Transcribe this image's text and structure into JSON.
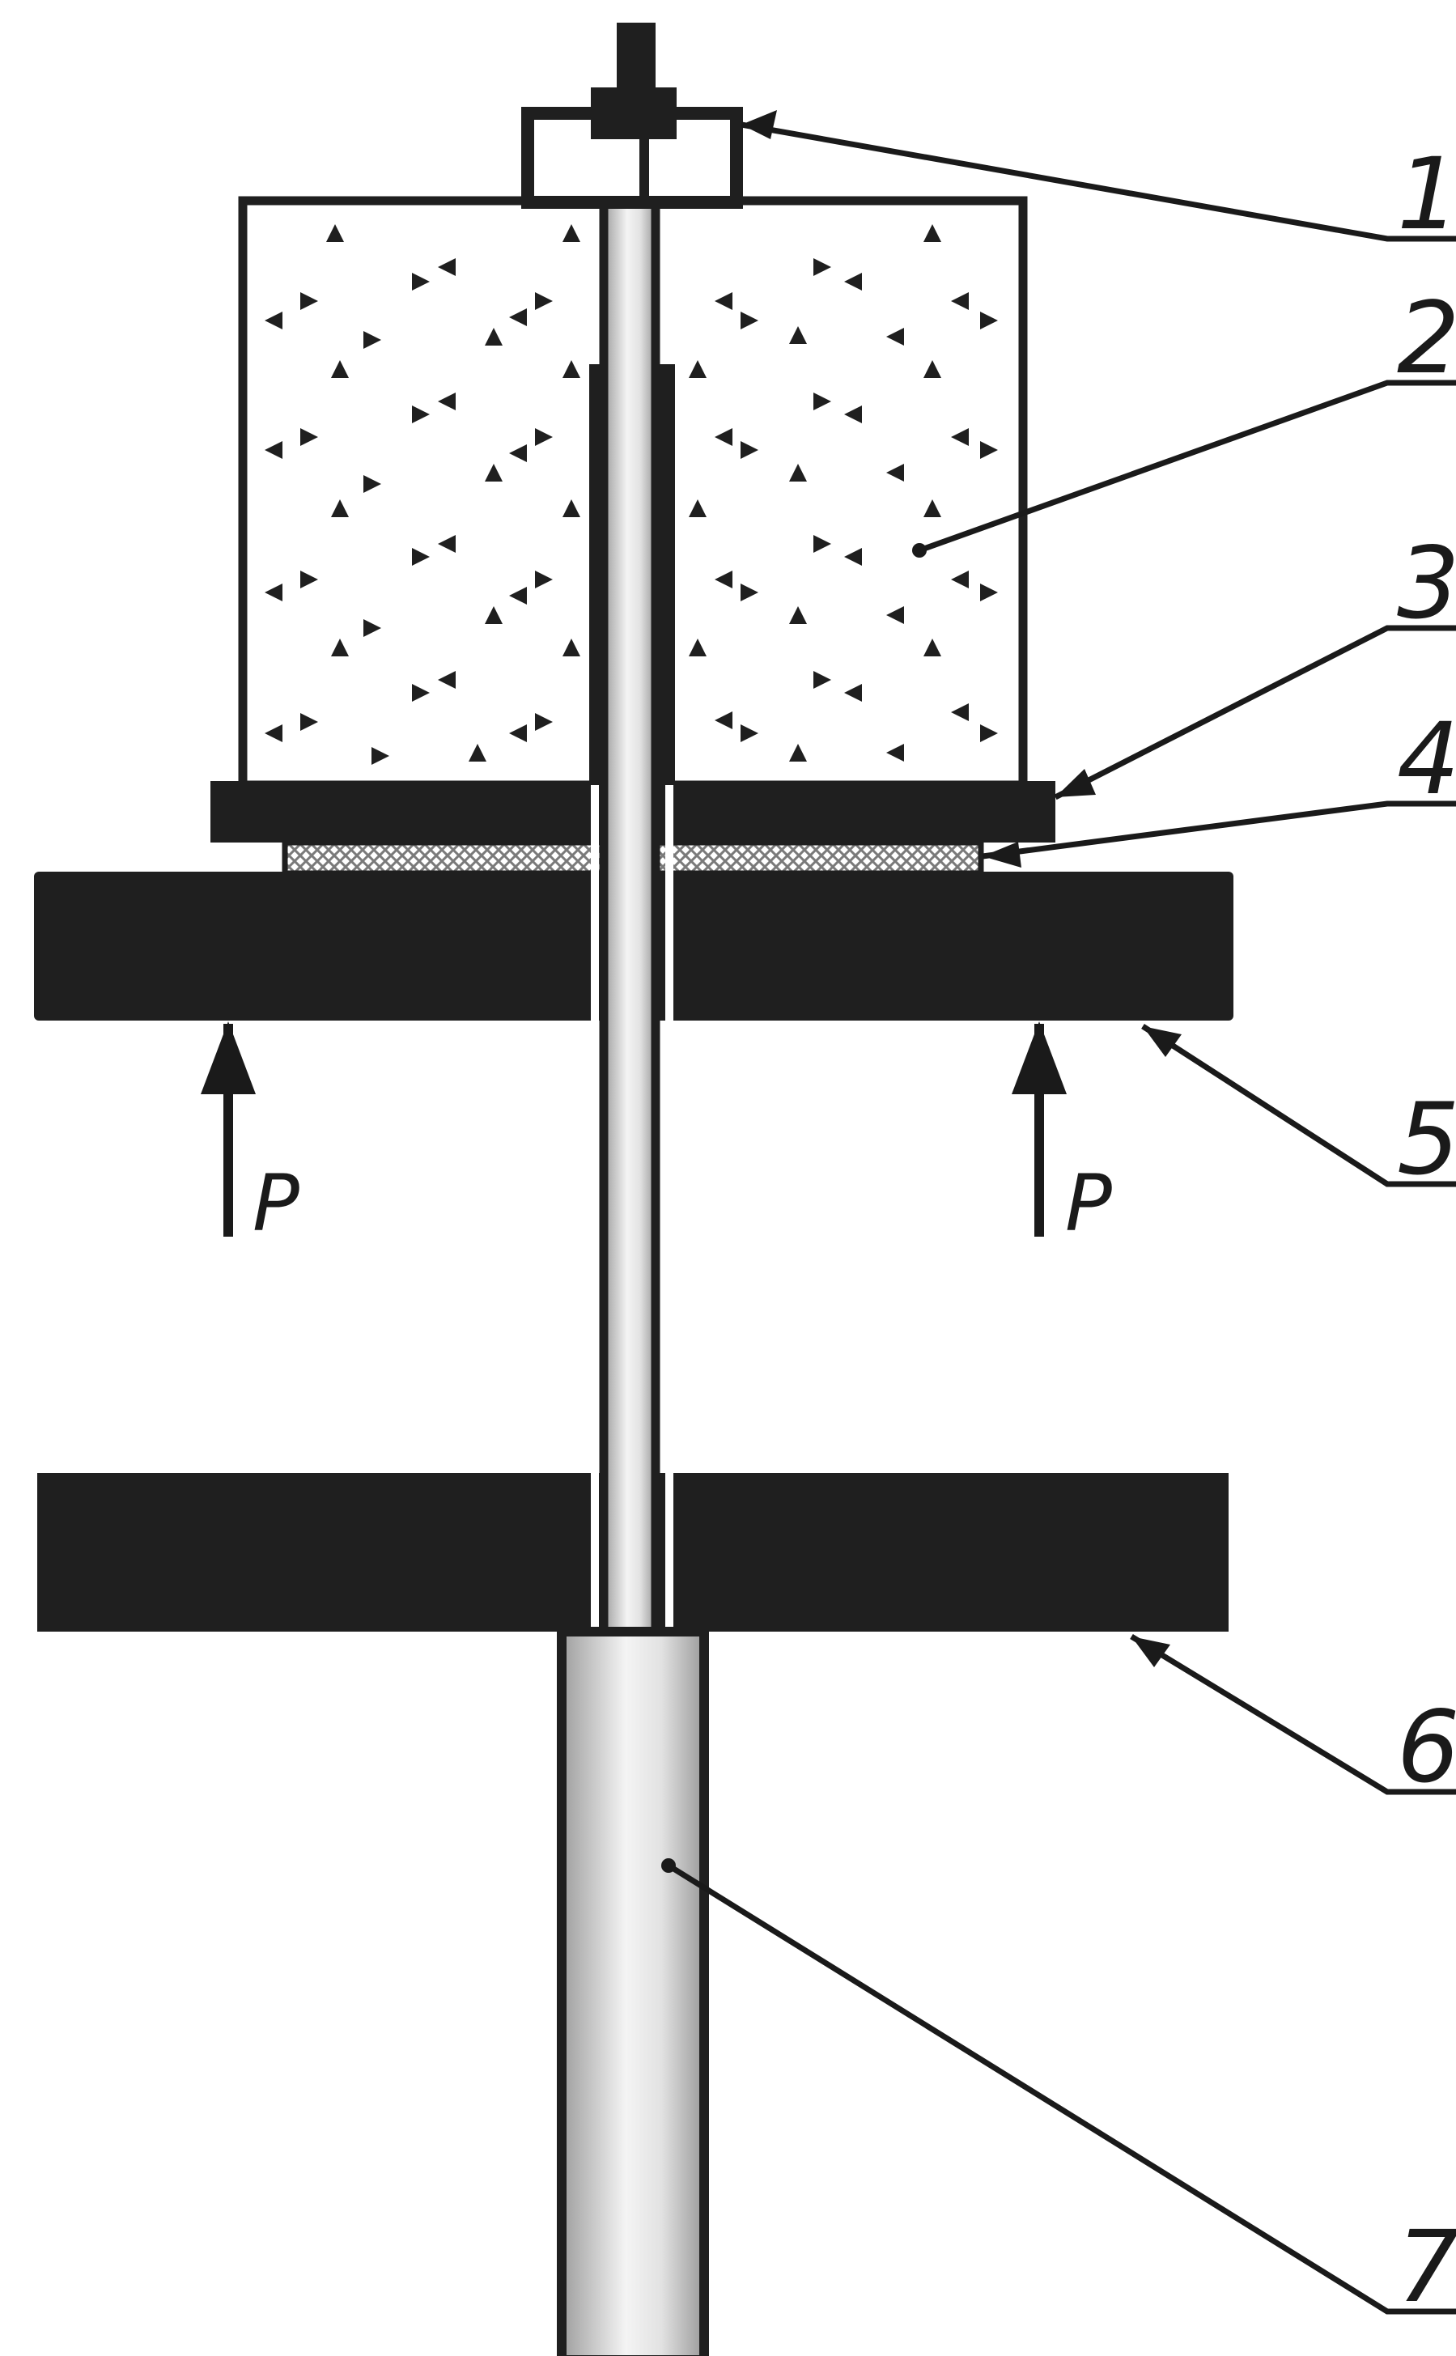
{
  "callouts": [
    {
      "id": "1",
      "label": "1"
    },
    {
      "id": "2",
      "label": "2"
    },
    {
      "id": "3",
      "label": "3"
    },
    {
      "id": "4",
      "label": "4"
    },
    {
      "id": "5",
      "label": "5"
    },
    {
      "id": "6",
      "label": "6"
    },
    {
      "id": "7",
      "label": "7"
    }
  ],
  "forces": [
    {
      "label": "P"
    },
    {
      "label": "P"
    }
  ],
  "colors": {
    "ink": "#1f1f1f",
    "rod_light": "#efefef",
    "rod_mid": "#bdbdbd",
    "mesh": "#8c8c8c"
  }
}
